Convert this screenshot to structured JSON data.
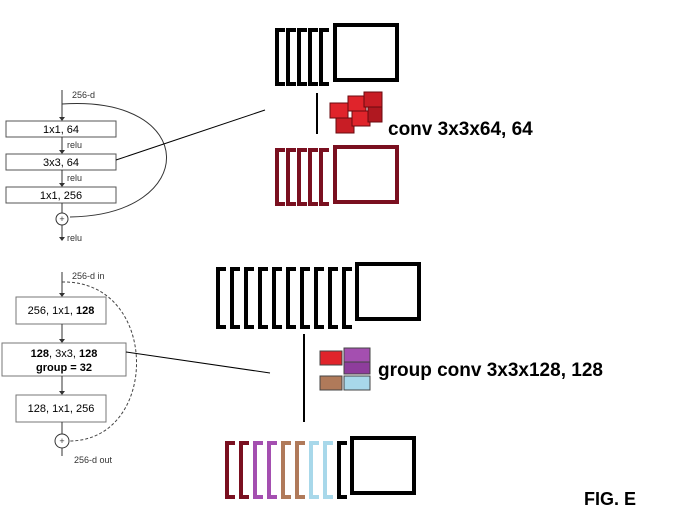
{
  "diagram": {
    "fig_label": "FIG. E",
    "resnet": {
      "input_label": "256-d",
      "blocks": [
        "1x1, 64",
        "3x3, 64",
        "1x1, 256"
      ],
      "relu_labels": [
        "relu",
        "relu",
        "relu"
      ],
      "plus_symbol": "+"
    },
    "resnext": {
      "input_label": "256-d in",
      "block1": {
        "prefix": "256, 1x1, ",
        "bold": "128"
      },
      "block2": {
        "line1_bold_a": "128",
        "line1_mid": ", 3x3, ",
        "line1_bold_b": "128",
        "line2_bold": "group = 32"
      },
      "block3": "128, 1x1, 256",
      "output_label": "256-d out",
      "plus_symbol": "+"
    },
    "conv_label": "conv 3x3x64, 64",
    "group_conv_label": "group conv 3x3x128, 128",
    "colors": {
      "black": "#000000",
      "dark_red": "#7a1020",
      "red_cube": "#e0242b",
      "purple": "#a44fb0",
      "brown": "#b07a5a",
      "light_blue": "#a8d8ea"
    }
  }
}
